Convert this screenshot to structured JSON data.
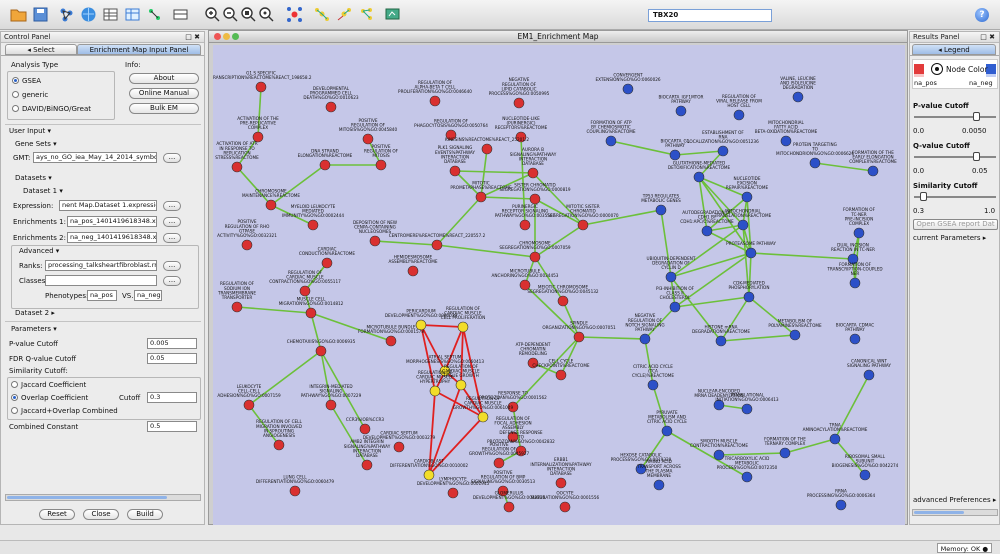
{
  "toolbar": {
    "search_value": "TBX20",
    "help_glyph": "?"
  },
  "control_panel": {
    "title": "Control Panel",
    "window_controls": "□ ✖",
    "tabs": [
      "◂   Select",
      "Enrichment Map Input Panel"
    ],
    "analysis_type_label": "Analysis Type",
    "analysis_types": [
      "GSEA",
      "generic",
      "DAVID/BiNGO/Great"
    ],
    "info_label": "Info:",
    "info_buttons": [
      "About",
      "Online Manual",
      "Bulk EM"
    ],
    "user_input_header": "User Input ▾",
    "gene_sets_header": "Gene Sets ▾",
    "gmt": {
      "label": "GMT:",
      "value": "ays_no_GO_iea_May_14_2014_symbolgmt"
    },
    "browse_glyph": "...",
    "datasets_header": "Datasets ▾",
    "dataset1_header": "Dataset 1 ▾",
    "expression": {
      "label": "Expression:",
      "value": "nent Map.Dataset 1.expression.tx"
    },
    "enrichments1": {
      "label": "Enrichments 1:",
      "value": "na_pos_1401419618348.xls"
    },
    "enrichments2": {
      "label": "Enrichments 2:",
      "value": "na_neg_1401419618348.xls"
    },
    "advanced_header": "Advanced ▾",
    "ranks": {
      "label": "Ranks:",
      "value": "processing_talksheartfibroblast.rnk"
    },
    "classes": {
      "label": "Classes",
      "value": ""
    },
    "phenotypes": {
      "label": "Phenotypes:",
      "pos": "na_pos",
      "vs": "VS.",
      "neg": "na_neg"
    },
    "dataset2_header": "Dataset 2 ▸",
    "parameters_header": "Parameters ▾",
    "pvalue": {
      "label": "P-value Cutoff",
      "value": "0.005"
    },
    "fdr": {
      "label": "FDR Q-value Cutoff",
      "value": "0.05"
    },
    "similarity_label": "Similarity Cutoff:",
    "similarity_options": [
      "Jaccard Coefficient",
      "Overlap Coefficient",
      "Jaccard+Overlap Combined"
    ],
    "similarity_cutoff": {
      "label": "Cutoff",
      "value": "0.3"
    },
    "combined": {
      "label": "Combined Constant",
      "value": "0.5"
    },
    "bottom_buttons": [
      "Reset",
      "Close",
      "Build"
    ]
  },
  "network": {
    "title": "EM1_Enrichment Map",
    "colors": {
      "pos": "#d93030",
      "neg": "#2c50c8",
      "highlight": "#f2dd2a",
      "edge": "#6cc03a",
      "highlight_edge": "#e02020"
    },
    "nodes": [
      {
        "id": "n1",
        "label": "G1 S SPECIFIC TRANSCRIPTION%REACTOME%REACT_198658.2",
        "c": "pos"
      },
      {
        "id": "n2",
        "label": "DEVELOPMENTAL PROGRAMMED CELL DEATH%GO%GO:0010623",
        "c": "pos"
      },
      {
        "id": "n3",
        "label": "REGULATION OF ALPHA-BETA T CELL PROLIFERATION%GO%GO:0046640",
        "c": "pos"
      },
      {
        "id": "n4",
        "label": "NEGATIVE REGULATION OF LIPID CATABOLIC PROCESS%GO%GO:0050995",
        "c": "pos"
      },
      {
        "id": "n5",
        "label": "CONVERGENT EXTENSION%GO%GO:0060026",
        "c": "neg"
      },
      {
        "id": "n6",
        "label": "BIOCARTA_IGF1MTOR PATHWAY",
        "c": "neg"
      },
      {
        "id": "n7",
        "label": "REGULATION OF VIRAL RELEASE FROM HOST CELL",
        "c": "neg"
      },
      {
        "id": "n8",
        "label": "VALINE, LEUCINE AND ISOLEUCINE DEGRADATION",
        "c": "neg"
      },
      {
        "id": "n9",
        "label": "ACTIVATION OF THE PRE-REPLICATIVE COMPLEX",
        "c": "pos"
      },
      {
        "id": "n10",
        "label": "POSITIVE REGULATION OF MITOSIS%GO%GO:0045840",
        "c": "pos"
      },
      {
        "id": "n11",
        "label": "REGULATION OF PHAGOCYTOSIS%GO%GO:0050764",
        "c": "pos"
      },
      {
        "id": "n12",
        "label": "NUCLEOTIDE-LIKE (PURINERGIC) RECEPTORS%REACTOME",
        "c": "pos"
      },
      {
        "id": "n13",
        "label": "FORMATION OF ATP BY CHEMIOSMOTIC COUPLING%REACTOME",
        "c": "neg"
      },
      {
        "id": "n14",
        "label": "BIOCARTA_G1 PATHWAY",
        "c": "neg"
      },
      {
        "id": "n15",
        "label": "MITOCHONDRIAL FATTY ACID BETA-OXIDATION%REACTOME",
        "c": "neg"
      },
      {
        "id": "n16",
        "label": "KINESINS%REACTOME%REACT_25201.2",
        "c": "pos"
      },
      {
        "id": "n17",
        "label": "POSITIVE REGULATION OF MITOSIS",
        "c": "pos"
      },
      {
        "id": "n18",
        "label": "DNA STRAND ELONGATION%REACTOME",
        "c": "pos"
      },
      {
        "id": "n19",
        "label": "ACTIVATION OF ATR IN RESPONSE TO REPLICATION STRESS%REACTOME",
        "c": "pos"
      },
      {
        "id": "n20",
        "label": "PLK1 SIGNALING EVENTS%PATHWAY INTERACTION DATABASE",
        "c": "pos"
      },
      {
        "id": "n21",
        "label": "AURORA B SIGNALING%PATHWAY INTERACTION DATABASE",
        "c": "pos"
      },
      {
        "id": "n22",
        "label": "ESTABLISHMENT OF RNA LOCALIZATION%GO%GO:0051236",
        "c": "neg"
      },
      {
        "id": "n23",
        "label": "GLUTATHIONE-MEDIATED DETOXIFICATION%REACTOME",
        "c": "neg"
      },
      {
        "id": "n24",
        "label": "PROTEIN TARGETING TO MITOCHONDRION%GO%GO:0006626",
        "c": "neg"
      },
      {
        "id": "n25",
        "label": "FORMATION OF THE EARLY ELONGATION COMPLEX%REACTOME",
        "c": "neg"
      },
      {
        "id": "n26",
        "label": "NUCLEOTIDE EXCISION REPAIR%REACTOME",
        "c": "neg"
      },
      {
        "id": "n27",
        "label": "CHROMOSOME MAINTENANCE%REACTOME",
        "c": "pos"
      },
      {
        "id": "n28",
        "label": "MITOTIC PROMETAPHASE%REACTOME",
        "c": "pos"
      },
      {
        "id": "n29",
        "label": "SISTER CHROMATID SEGREGATION%GO%GO:0000819",
        "c": "pos"
      },
      {
        "id": "n30",
        "label": "PURINERGIC RECEPTOR SIGNALING PATHWAY%GO%GO:0035587",
        "c": "pos"
      },
      {
        "id": "n31",
        "label": "MITOTIC SISTER CHROMATID SEGREGATION%GO%GO:0000070",
        "c": "pos"
      },
      {
        "id": "n32",
        "label": "TP53 REGULATES METABOLIC GENES",
        "c": "neg"
      },
      {
        "id": "n33",
        "label": "MITOCHONDRIAL TRANSLATION%REACTOME",
        "c": "neg"
      },
      {
        "id": "n34",
        "label": "AUTODEGRADATION OF CDH1 BY CDH1:APC/C%REACTOME",
        "c": "neg"
      },
      {
        "id": "n35",
        "label": "FORMATION OF TC-NER PRE-INCISION COMPLEX",
        "c": "neg"
      },
      {
        "id": "n36",
        "label": "MYELOID LEUKOCYTE MEDIATED IMMUNITY%GO%GO:0002444",
        "c": "pos"
      },
      {
        "id": "n37",
        "label": "DEPOSITION OF NEW CENPA-CONTAINING NUCLEOSOMES",
        "c": "pos"
      },
      {
        "id": "n38",
        "label": "CENTROMERE%REACTOME%REACT_220557.2",
        "c": "pos"
      },
      {
        "id": "n39",
        "label": "CHROMOSOME SEGREGATION%GO%GO:0007059",
        "c": "pos"
      },
      {
        "id": "n40",
        "label": "UBIQUITIN-DEPENDENT DEGRADATION OF CYCLIN D",
        "c": "neg"
      },
      {
        "id": "n41",
        "label": "PROTEASOME PATHWAY",
        "c": "neg"
      },
      {
        "id": "n42",
        "label": "DUAL INCISION REACTION IN TC-NER",
        "c": "neg"
      },
      {
        "id": "n43",
        "label": "POSITIVE REGULATION OF RHO GTPASE ACTIVITY%GO%GO:0032321",
        "c": "pos"
      },
      {
        "id": "n44",
        "label": "CARDIAC CONDUCTION%REACTOME",
        "c": "pos"
      },
      {
        "id": "n45",
        "label": "HEMIDESMOSOME ASSEMBLY%REACTOME",
        "c": "pos"
      },
      {
        "id": "n46",
        "label": "MICROTUBULE ANCHORING%GO%GO:0034453",
        "c": "pos"
      },
      {
        "id": "n47",
        "label": "MEIOTIC CHROMOSOME SEGREGATION%GO%GO:0045132",
        "c": "pos"
      },
      {
        "id": "n48",
        "label": "PI3-INHIBITION OF CLASS II CHOLESTEROL",
        "c": "neg"
      },
      {
        "id": "n49",
        "label": "CDK-MEDIATED PHOSPHORYLATION",
        "c": "neg"
      },
      {
        "id": "n50",
        "label": "FORMATION OF TRANSCRIPTION-COUPLED NER",
        "c": "neg"
      },
      {
        "id": "n51",
        "label": "REGULATION OF CARDIAC MUSCLE CONTRACTION%GO%GO:0055117",
        "c": "pos"
      },
      {
        "id": "n52",
        "label": "REGULATION OF SODIUM ION TRANSMEMBRANE TRANSPORTER ACTIVITY",
        "c": "pos"
      },
      {
        "id": "n53",
        "label": "MUSCLE CELL MIGRATION%GO%GO:0014812",
        "c": "pos"
      },
      {
        "id": "n54",
        "label": "PERICARDIUM DEVELOPMENT%GO%GO:0060039",
        "c": "hl"
      },
      {
        "id": "n55",
        "label": "REGULATION OF CARDIAC MUSCLE CELL PROLIFERATION",
        "c": "hl"
      },
      {
        "id": "n56",
        "label": "MICROTUBULE BUNDLE FORMATION%GO%GO:0001578",
        "c": "pos"
      },
      {
        "id": "n57",
        "label": "SPINDLE ORGANIZATION%GO%GO:0007051",
        "c": "pos"
      },
      {
        "id": "n58",
        "label": "NEGATIVE REGULATION OF NOTCH SIGNALING PATHWAY",
        "c": "neg"
      },
      {
        "id": "n59",
        "label": "HISTONE mRNA DEGRADATION%REACTOME",
        "c": "neg"
      },
      {
        "id": "n60",
        "label": "METABOLISM OF POLYAMINES%REACTOME",
        "c": "neg"
      },
      {
        "id": "n61",
        "label": "BIOCARTA_CDMAC PATHWAY",
        "c": "neg"
      },
      {
        "id": "n62",
        "label": "CHEMOTAXIS%GO%GO:0006935",
        "c": "pos"
      },
      {
        "id": "n63",
        "label": "ATRIAL SEPTUM MORPHOGENESIS%GO%GO:0060413",
        "c": "hl"
      },
      {
        "id": "n64",
        "label": "REGULATION OF CARDIAC MUSCLE TISSUE GROWTH",
        "c": "hl"
      },
      {
        "id": "n65",
        "label": "REGULATION OF CARDIAC MUSCLE HYPERTROPHY",
        "c": "hl"
      },
      {
        "id": "n66",
        "label": "ATP-DEPENDENT CHROMATIN REMODELING",
        "c": "pos"
      },
      {
        "id": "n67",
        "label": "CELL CYCLE CHECKPOINTS%REACTOME",
        "c": "pos"
      },
      {
        "id": "n68",
        "label": "RESPONSE TO PROTOZOAN%GO%GO:0001562",
        "c": "pos"
      },
      {
        "id": "n69",
        "label": "CITRIC ACID CYCLE (TCA CYCLE)%REACTOME",
        "c": "neg"
      },
      {
        "id": "n70",
        "label": "NUCLEAR-ENCODED MRNA DEADENYLATION",
        "c": "neg"
      },
      {
        "id": "n71",
        "label": "TRANSLATIONAL INITIATION%GO%GO:0006413",
        "c": "neg"
      },
      {
        "id": "n72",
        "label": "CANONICAL WNT SIGNALING PATHWAY",
        "c": "neg"
      },
      {
        "id": "n73",
        "label": "LEUKOCYTE CELL-CELL ADHESION%GO%GO:0007159",
        "c": "pos"
      },
      {
        "id": "n74",
        "label": "INTEGRIN-MEDIATED SIGNALING PATHWAY%GO%GO:0007229",
        "c": "pos"
      },
      {
        "id": "n75",
        "label": "CCR3%IOB%CCR3",
        "c": "pos"
      },
      {
        "id": "n76",
        "label": "CARDIAC SEPTUM DEVELOPMENT%GO%GO:0003279",
        "c": "pos"
      },
      {
        "id": "n77",
        "label": "REGULATION OF CARDIAC MUSCLE GROWTH%GO%GO:0061049",
        "c": "hl"
      },
      {
        "id": "n78",
        "label": "REGULATION OF FOCAL ADHESION ASSEMBLY",
        "c": "pos"
      },
      {
        "id": "n79",
        "label": "DEFENSE RESPONSE TO PROTOZOAN%GO%GO:0042832",
        "c": "pos"
      },
      {
        "id": "n80",
        "label": "PYRUVATE METABOLISM AND CITRIC ACID CYCLE",
        "c": "neg"
      },
      {
        "id": "n81",
        "label": "SMOOTH MUSCLE CONTRACTION%REACTOME",
        "c": "neg"
      },
      {
        "id": "n82",
        "label": "FORMATION OF THE TERNARY COMPLEX",
        "c": "neg"
      },
      {
        "id": "n83",
        "label": "TRNA AMINOACYLATION%REACTOME",
        "c": "neg"
      },
      {
        "id": "n84",
        "label": "REGULATION OF CELL MIGRATION INVOLVED IN SPROUTING ANGIOGENESIS",
        "c": "pos"
      },
      {
        "id": "n85",
        "label": "AMB2 INTEGRIN SIGNALING%PATHWAY INTERACTION DATABASE",
        "c": "pos"
      },
      {
        "id": "n86",
        "label": "CARDIOBLAST DIFFERENTIATION%GO%GO:0010002",
        "c": "hl"
      },
      {
        "id": "n87",
        "label": "LYMPHOCYTE DEVELOPMENT%GO%GO:0001945",
        "c": "pos"
      },
      {
        "id": "n88",
        "label": "HEXOSE CATABOLIC PROCESS%GO%GO:0019320",
        "c": "neg"
      },
      {
        "id": "n89",
        "label": "TRICARBOXYLIC ACID METABOLIC PROCESS%GO%GO:0072350",
        "c": "neg"
      },
      {
        "id": "n90",
        "label": "RIBOSOMAL SMALL SUBUNIT BIOGENESIS%GO%GO:0042274",
        "c": "neg"
      },
      {
        "id": "n91",
        "label": "LUNG CELL DIFFERENTIATION%GO%GO:0060479",
        "c": "pos"
      },
      {
        "id": "n92",
        "label": "POSITIVE REGULATION OF GROWTH%GO%GO:0045927",
        "c": "pos"
      },
      {
        "id": "n93",
        "label": "POSITIVE REGULATION OF BMP SIGNALING%GO%GO:0030513",
        "c": "pos"
      },
      {
        "id": "n94",
        "label": "GLOMERULUS DEVELOPMENT%GO%GO:0032835",
        "c": "pos"
      },
      {
        "id": "n95",
        "label": "ERBB1 INTERNALIZATION%PATHWAY INTERACTION DATABASE",
        "c": "pos"
      },
      {
        "id": "n96",
        "label": "OOCYTE MATURATION%GO%GO:0001556",
        "c": "pos"
      },
      {
        "id": "n97",
        "label": "AMINO ACID TRANSPORT ACROSS THE PLASMA MEMBRANE",
        "c": "neg"
      },
      {
        "id": "n98",
        "label": "RRNA PROCESSING%GO%GO:0006364",
        "c": "neg"
      }
    ]
  },
  "results_panel": {
    "title": "Results Panel",
    "window_controls": "□ ✖",
    "tab": "◂      Legend",
    "node_color_label": "Node Color",
    "legend_pos": "na_pos",
    "legend_neg": "na_neg",
    "pvalue": {
      "label": "P-value Cutoff",
      "min": "0.0",
      "max": "0.0050"
    },
    "qvalue": {
      "label": "Q-value Cutoff",
      "min": "0.0",
      "max": "0.05"
    },
    "similarity": {
      "label": "Similarity Cutoff",
      "min": "0.3",
      "max": "1.0"
    },
    "open_gsea_label": "Open GSEA report Dat",
    "current_params_label": "current Parameters ▸",
    "advanced_prefs_label": "advanced Preferences ▸"
  },
  "status": {
    "memory": "Memory: OK ●"
  }
}
